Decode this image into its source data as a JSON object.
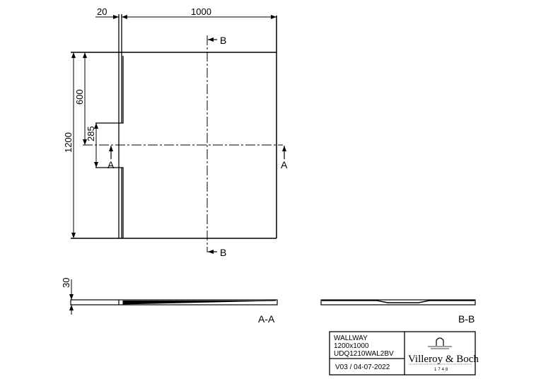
{
  "dimensions": {
    "wall_thickness": "20",
    "width": "1000",
    "length": "1200",
    "upper_segment": "600",
    "opening": "285",
    "height": "30"
  },
  "section_markers": {
    "a": "A",
    "b": "B"
  },
  "section_views": {
    "a_a": "A-A",
    "b_b": "B-B"
  },
  "title_block": {
    "product": "WALLWAY",
    "size": "1200x1000",
    "article": "UDQ1210WAL2BV",
    "version": "V03 / 04-07-2022",
    "brand": "Villeroy & Boch",
    "brand_year": "1748"
  }
}
